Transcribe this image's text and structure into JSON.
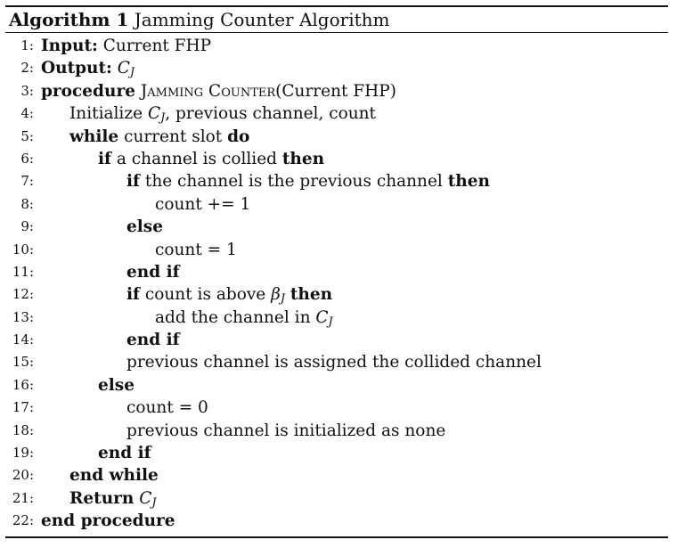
{
  "caption": {
    "label": "Algorithm 1",
    "title": "Jamming Counter Algorithm"
  },
  "lines": [
    {
      "num": "1:",
      "indent": 0,
      "parts": [
        {
          "t": "Input:",
          "s": "kw"
        },
        {
          "t": " Current FHP"
        }
      ]
    },
    {
      "num": "2:",
      "indent": 0,
      "parts": [
        {
          "t": "Output:",
          "s": "kw"
        },
        {
          "t": " "
        },
        {
          "t": "C",
          "s": "m"
        },
        {
          "t": "J",
          "s": "sub"
        }
      ]
    },
    {
      "num": "3:",
      "indent": 0,
      "parts": [
        {
          "t": "procedure",
          "s": "kw"
        },
        {
          "t": " "
        },
        {
          "t": "Jamming Counter",
          "s": "sc"
        },
        {
          "t": "(Current FHP)"
        }
      ]
    },
    {
      "num": "4:",
      "indent": 1,
      "parts": [
        {
          "t": "Initialize "
        },
        {
          "t": "C",
          "s": "m"
        },
        {
          "t": "J",
          "s": "sub"
        },
        {
          "t": ", previous channel, count"
        }
      ]
    },
    {
      "num": "5:",
      "indent": 1,
      "parts": [
        {
          "t": "while",
          "s": "kw"
        },
        {
          "t": " current slot "
        },
        {
          "t": "do",
          "s": "kw"
        }
      ]
    },
    {
      "num": "6:",
      "indent": 2,
      "parts": [
        {
          "t": "if",
          "s": "kw"
        },
        {
          "t": " a channel is collied "
        },
        {
          "t": "then",
          "s": "kw"
        }
      ]
    },
    {
      "num": "7:",
      "indent": 3,
      "parts": [
        {
          "t": "if",
          "s": "kw"
        },
        {
          "t": " the channel is the previous channel "
        },
        {
          "t": "then",
          "s": "kw"
        }
      ]
    },
    {
      "num": "8:",
      "indent": 4,
      "parts": [
        {
          "t": "count += 1"
        }
      ]
    },
    {
      "num": "9:",
      "indent": 3,
      "parts": [
        {
          "t": "else",
          "s": "kw"
        }
      ]
    },
    {
      "num": "10:",
      "indent": 4,
      "parts": [
        {
          "t": "count = 1"
        }
      ]
    },
    {
      "num": "11:",
      "indent": 3,
      "parts": [
        {
          "t": "end if",
          "s": "kw"
        }
      ]
    },
    {
      "num": "12:",
      "indent": 3,
      "parts": [
        {
          "t": "if",
          "s": "kw"
        },
        {
          "t": " count is above "
        },
        {
          "t": "β",
          "s": "m"
        },
        {
          "t": "J",
          "s": "sub"
        },
        {
          "t": " "
        },
        {
          "t": "then",
          "s": "kw"
        }
      ]
    },
    {
      "num": "13:",
      "indent": 4,
      "parts": [
        {
          "t": "add the channel in "
        },
        {
          "t": "C",
          "s": "m"
        },
        {
          "t": "J",
          "s": "sub"
        }
      ]
    },
    {
      "num": "14:",
      "indent": 3,
      "parts": [
        {
          "t": "end if",
          "s": "kw"
        }
      ]
    },
    {
      "num": "15:",
      "indent": 3,
      "parts": [
        {
          "t": "previous channel is assigned the collided channel"
        }
      ]
    },
    {
      "num": "16:",
      "indent": 2,
      "parts": [
        {
          "t": "else",
          "s": "kw"
        }
      ]
    },
    {
      "num": "17:",
      "indent": 3,
      "parts": [
        {
          "t": "count = 0"
        }
      ]
    },
    {
      "num": "18:",
      "indent": 3,
      "parts": [
        {
          "t": "previous channel is initialized as none"
        }
      ]
    },
    {
      "num": "19:",
      "indent": 2,
      "parts": [
        {
          "t": "end if",
          "s": "kw"
        }
      ]
    },
    {
      "num": "20:",
      "indent": 1,
      "parts": [
        {
          "t": "end while",
          "s": "kw"
        }
      ]
    },
    {
      "num": "21:",
      "indent": 1,
      "parts": [
        {
          "t": "Return",
          "s": "kw"
        },
        {
          "t": " "
        },
        {
          "t": "C",
          "s": "m"
        },
        {
          "t": "J",
          "s": "sub"
        }
      ]
    },
    {
      "num": "22:",
      "indent": 0,
      "parts": [
        {
          "t": "end procedure",
          "s": "kw"
        }
      ]
    }
  ]
}
